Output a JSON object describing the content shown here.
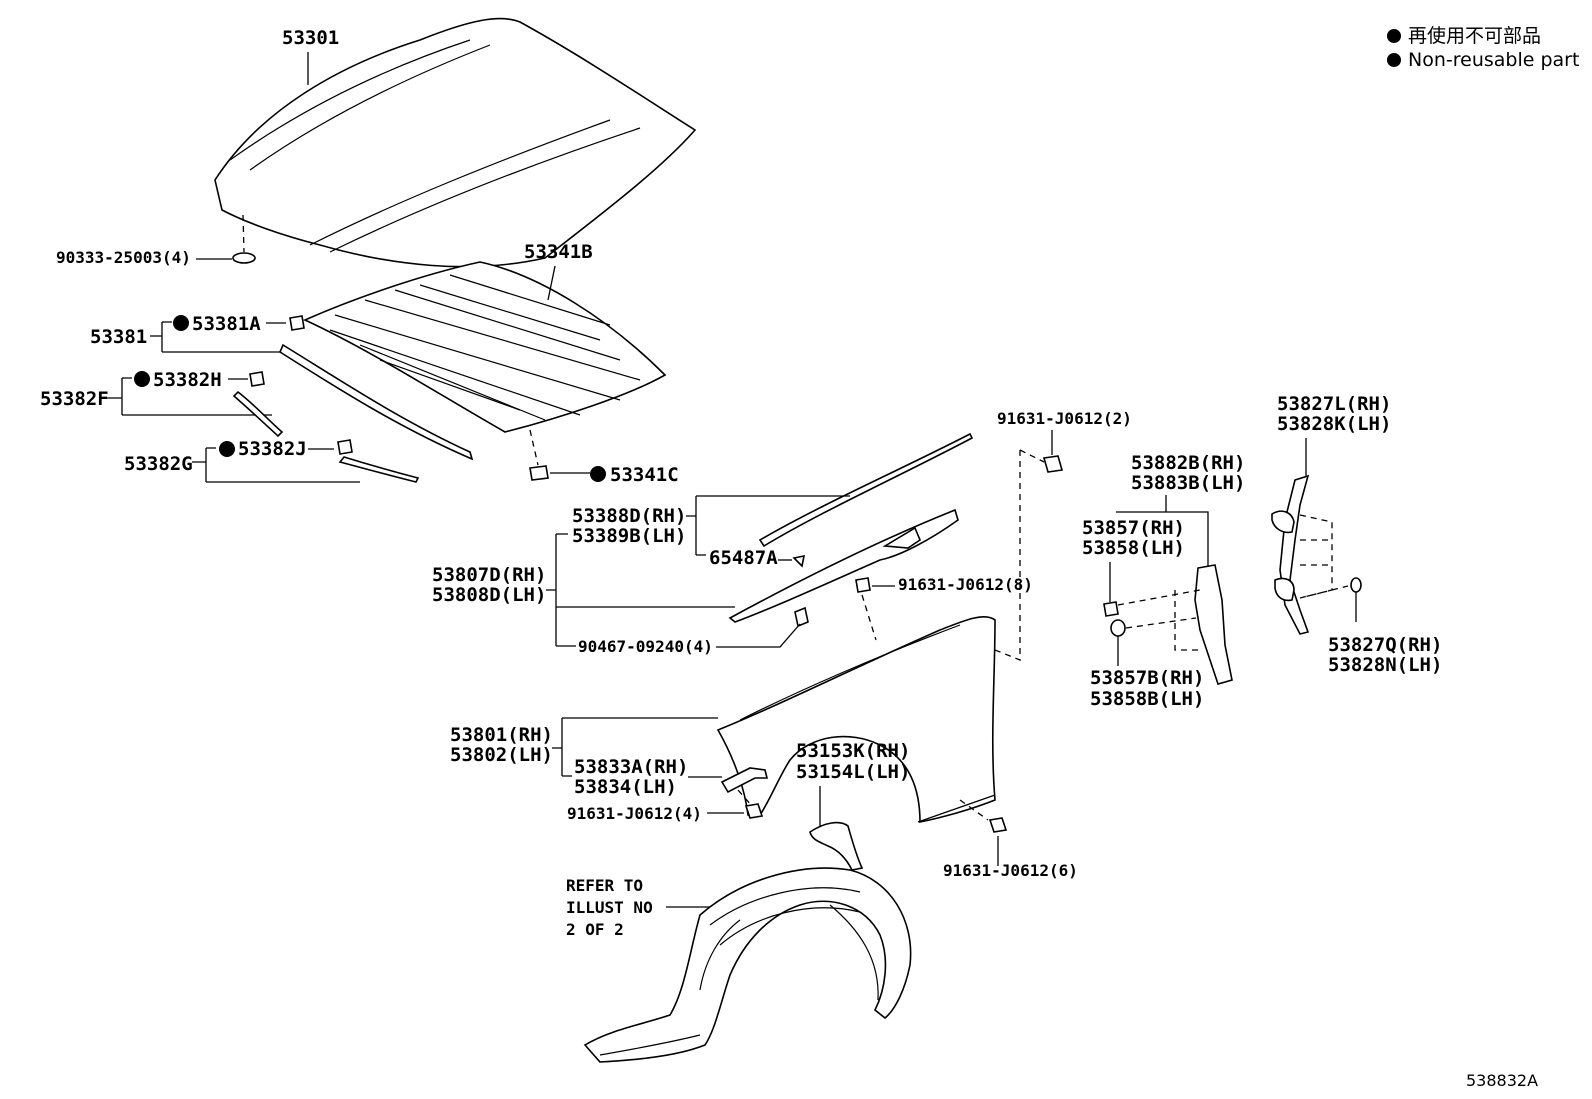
{
  "legend": {
    "jp": "再使用不可部品",
    "en": "Non-reusable part"
  },
  "figure_code": "538832A",
  "labels": {
    "hood": "53301",
    "hood_bumper": "90333-25003(4)",
    "hood_insulator": "53341B",
    "insulator_clip": "53341C",
    "hood_seal_assy": "53381",
    "hood_seal_clip": "53381A",
    "seal_f": "53382F",
    "seal_h": "53382H",
    "seal_g": "53382G",
    "seal_j": "53382J",
    "cowl_rh": "53388D(RH)",
    "cowl_lh": "53389B(LH)",
    "clip_65487a": "65487A",
    "fender_seal_rh": "53807D(RH)",
    "fender_seal_lh": "53808D(LH)",
    "screw_90467": "90467-09240(4)",
    "nut_2": "91631-J0612(2)",
    "nut_8": "91631-J0612(8)",
    "nut_4": "91631-J0612(4)",
    "nut_6": "91631-J0612(6)",
    "fender_rh": "53801(RH)",
    "fender_lh": "53802(LH)",
    "bracket_rh": "53833A(RH)",
    "bracket_lh": "53834(LH)",
    "mudguard_rh": "53153K(RH)",
    "mudguard_lh": "53154L(LH)",
    "refer_1": "REFER TO",
    "refer_2": "ILLUST NO",
    "refer_3": "2 OF 2",
    "brace_rh": "53882B(RH)",
    "brace_lh": "53883B(LH)",
    "cushion_rh": "53857(RH)",
    "cushion_lh": "53858(LH)",
    "cushion_b_rh": "53857B(RH)",
    "cushion_b_lh": "53858B(LH)",
    "seal_l_rh": "53827L(RH)",
    "seal_k_lh": "53828K(LH)",
    "clip_q_rh": "53827Q(RH)",
    "clip_n_lh": "53828N(LH)"
  }
}
